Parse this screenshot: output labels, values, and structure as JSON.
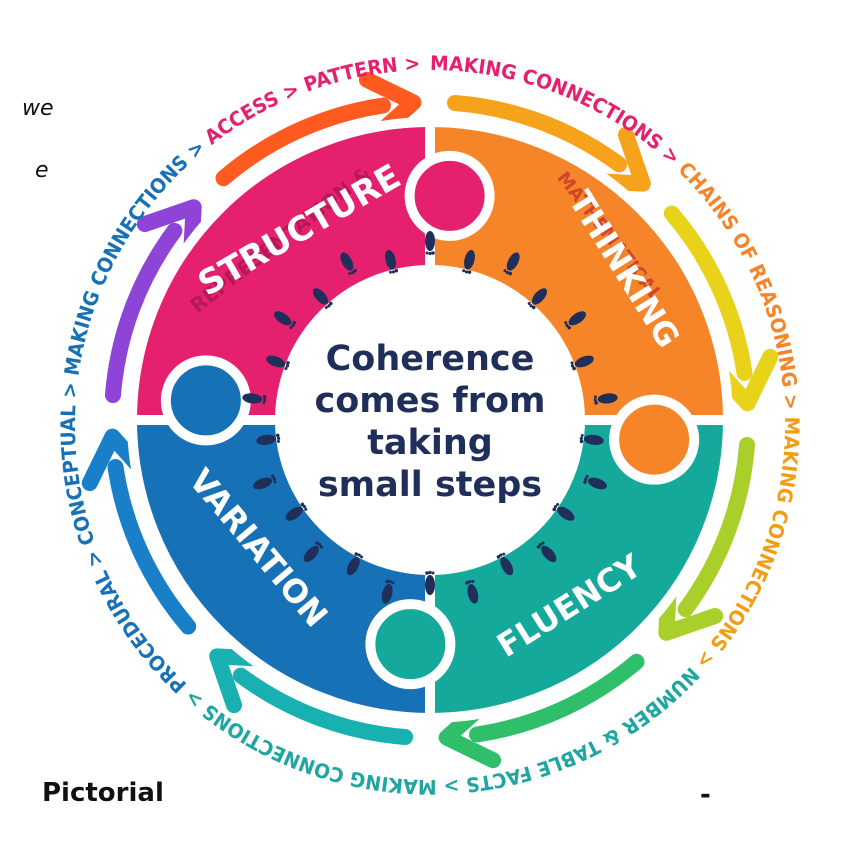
{
  "side_fragments": [
    "we",
    "e"
  ],
  "bottom_left_label": "Pictorial",
  "bottom_right_mark": "-",
  "center_lines": [
    "Coherence",
    "comes from",
    "taking",
    "small steps"
  ],
  "pieces": {
    "structure": {
      "main": "STRUCTURE",
      "sub": "REPRESENTATION &",
      "color": "#e5206e",
      "sub_color": "#b7185a"
    },
    "thinking": {
      "main": "THINKING",
      "sub": "MATHEMATICAL",
      "color": "#f6852a",
      "sub_color": "#d1452e"
    },
    "fluency": {
      "main": "FLUENCY",
      "color": "#15a99c"
    },
    "variation": {
      "main": "VARIATION",
      "color": "#1771b7"
    }
  },
  "ring_segments": [
    {
      "text": "MAKING CONNECTIONS > ",
      "color": "#e5206e"
    },
    {
      "text": "CHAINS OF REASONING > ",
      "color": "#f6852a"
    },
    {
      "text": "MAKING CONNECTIONS > ",
      "color": "#f29d13"
    },
    {
      "text": "NUMBER & TABLE FACTS > ",
      "color": "#1fa6a0"
    },
    {
      "text": "MAKING CONNECTIONS > ",
      "color": "#1fa6a0"
    },
    {
      "text": "PROCEDURAL > ",
      "color": "#1771b7"
    },
    {
      "text": "CONCEPTUAL > ",
      "color": "#1771b7"
    },
    {
      "text": "MAKING CONNECTIONS > ",
      "color": "#1771b7"
    },
    {
      "text": "ACCESS > ",
      "color": "#e5206e"
    },
    {
      "text": "PATTERN > ",
      "color": "#e5206e"
    }
  ],
  "colors": {
    "footprint": "#1f2f5a",
    "arrow_gradient": [
      "#ff5a1f",
      "#f7a21b",
      "#e9d21a",
      "#a8cf2a",
      "#2fbf6b",
      "#18b0b0",
      "#1a7fc9",
      "#8e44d6",
      "#c84aa8",
      "#ff5a1f"
    ]
  }
}
